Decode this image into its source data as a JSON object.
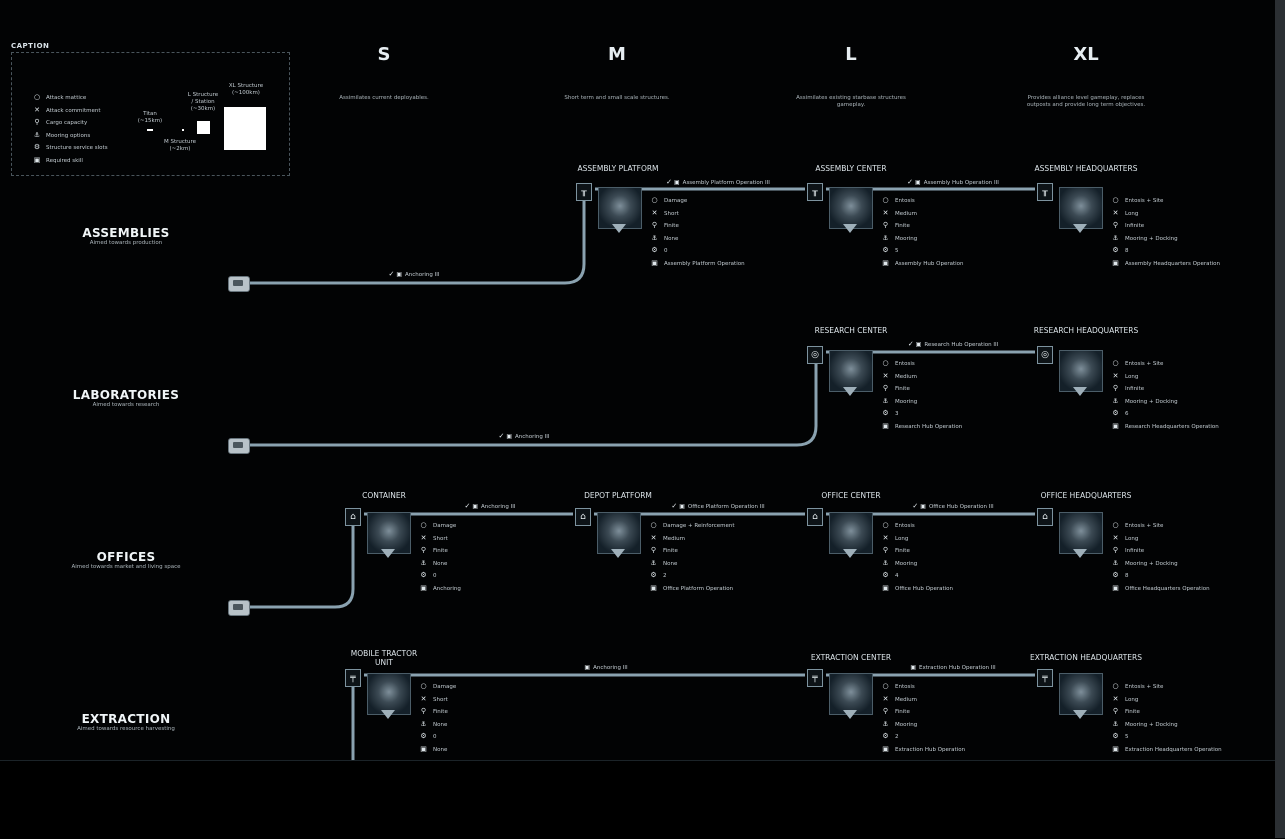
{
  "caption": {
    "title": "CAPTION",
    "legend": [
      {
        "icon": "○",
        "label": "Attack mattice"
      },
      {
        "icon": "✕",
        "label": "Attack commitment"
      },
      {
        "icon": "⚲",
        "label": "Cargo capacity"
      },
      {
        "icon": "⚓",
        "label": "Mooring options"
      },
      {
        "icon": "⚙",
        "label": "Structure service slots"
      },
      {
        "icon": "▣",
        "label": "Required skill"
      }
    ],
    "scale": {
      "titan": "Titan\n(~15km)",
      "l_structure": "L Structure\n/ Station\n(~30km)",
      "m_structure": "M Structure\n(~2km)",
      "xl_structure": "XL Structure\n(~100km)"
    }
  },
  "sizes": [
    {
      "label": "S",
      "desc": "Assimilates current deployables."
    },
    {
      "label": "M",
      "desc": "Short term and small scale structures."
    },
    {
      "label": "L",
      "desc": "Assimilates existing starbase structures\ngameplay."
    },
    {
      "label": "XL",
      "desc": "Provides alliance level gameplay, replaces\noutposts and provide long term objectives."
    }
  ],
  "categories": [
    {
      "name": "ASSEMBLIES",
      "sub": "Aimed towards production"
    },
    {
      "name": "LABORATORIES",
      "sub": "Aimed towards research"
    },
    {
      "name": "OFFICES",
      "sub": "Aimed towards market and living space"
    },
    {
      "name": "EXTRACTION",
      "sub": "Aimed towards resource harvesting"
    }
  ],
  "icons": {
    "attack": "circle-icon",
    "commit": "cross-icon",
    "cargo": "cargo-icon",
    "mooring": "anchor-icon",
    "slots": "gear-icon",
    "skill": "book-icon"
  },
  "structures": [
    {
      "name": "ASSEMBLY PLATFORM",
      "icon": "╥",
      "stats": [
        "Damage",
        "Short",
        "Finite",
        "None",
        "0",
        "Assembly Platform Operation"
      ]
    },
    {
      "name": "ASSEMBLY CENTER",
      "icon": "╥",
      "stats": [
        "Entosis",
        "Medium",
        "Finite",
        "Mooring",
        "5",
        "Assembly Hub Operation"
      ]
    },
    {
      "name": "ASSEMBLY HEADQUARTERS",
      "icon": "╥",
      "stats": [
        "Entosis + Site",
        "Long",
        "Infinite",
        "Mooring + Docking",
        "8",
        "Assembly Headquarters Operation"
      ]
    },
    {
      "name": "RESEARCH CENTER",
      "icon": "◎",
      "stats": [
        "Entosis",
        "Medium",
        "Finite",
        "Mooring",
        "3",
        "Research Hub Operation"
      ]
    },
    {
      "name": "RESEARCH HEADQUARTERS",
      "icon": "◎",
      "stats": [
        "Entosis + Site",
        "Long",
        "Infinite",
        "Mooring + Docking",
        "6",
        "Research Headquarters Operation"
      ]
    },
    {
      "name": "CONTAINER",
      "icon": "⌂",
      "stats": [
        "Damage",
        "Short",
        "Finite",
        "None",
        "0",
        "Anchoring"
      ]
    },
    {
      "name": "DEPOT PLATFORM",
      "icon": "⌂",
      "stats": [
        "Damage + Reinforcement",
        "Medium",
        "Finite",
        "None",
        "2",
        "Office Platform Operation"
      ]
    },
    {
      "name": "OFFICE CENTER",
      "icon": "⌂",
      "stats": [
        "Entosis",
        "Long",
        "Finite",
        "Mooring",
        "4",
        "Office Hub Operation"
      ]
    },
    {
      "name": "OFFICE HEADQUARTERS",
      "icon": "⌂",
      "stats": [
        "Entosis + Site",
        "Long",
        "Infinite",
        "Mooring + Docking",
        "8",
        "Office Headquarters Operation"
      ]
    },
    {
      "name": "MOBILE TRACTOR\nUNIT",
      "icon": "╤",
      "stats": [
        "Damage",
        "Short",
        "Finite",
        "None",
        "0",
        "None"
      ]
    },
    {
      "name": "EXTRACTION CENTER",
      "icon": "╤",
      "stats": [
        "Entosis",
        "Medium",
        "Finite",
        "Mooring",
        "2",
        "Extraction Hub Operation"
      ]
    },
    {
      "name": "EXTRACTION HEADQUARTERS",
      "icon": "╤",
      "stats": [
        "Entosis + Site",
        "Long",
        "Finite",
        "Mooring + Docking",
        "5",
        "Extraction Headquarters Operation"
      ]
    }
  ],
  "edges": [
    {
      "label": "Anchoring III",
      "check": true
    },
    {
      "label": "Assembly Platform Operation III",
      "check": true
    },
    {
      "label": "Assembly Hub Operation III",
      "check": true
    },
    {
      "label": "Anchoring III",
      "check": true
    },
    {
      "label": "Research Hub Operation III",
      "check": true
    },
    {
      "label": "Anchoring III",
      "check": true
    },
    {
      "label": "Office Platform Operation III",
      "check": true
    },
    {
      "label": "Office Hub Operation III",
      "check": true
    },
    {
      "label": "Anchoring III",
      "check": false
    },
    {
      "label": "Extraction Hub Operation III",
      "check": false
    }
  ]
}
